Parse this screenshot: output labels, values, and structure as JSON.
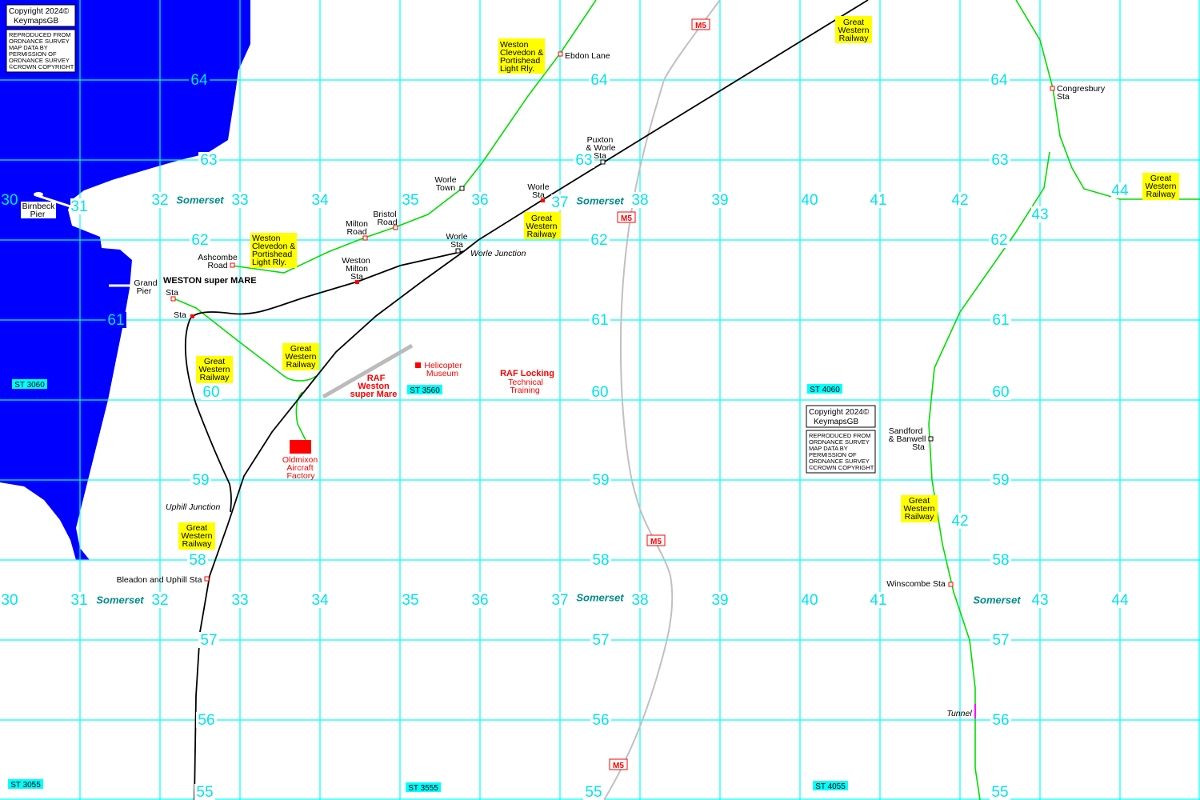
{
  "map": {
    "colors": {
      "sea": "#0000ff",
      "grid": "#00ffff",
      "gridlabel": "#00e5ee",
      "main_line": "#000000",
      "branch_line": "#00e000",
      "motorway": "#c0c0c0",
      "label_bg": "#ffff00",
      "poi": "#ff0000",
      "tunnel": "#ff00ff"
    },
    "copyright": {
      "line1": "Copyright 2024©",
      "line2": "KeymapsGB",
      "notice": [
        "REPRODUCED FROM",
        "ORDNANCE SURVEY",
        "MAP DATA BY",
        "PERMISSION OF",
        "ORDNANCE SURVEY",
        "©CROWN COPYRIGHT"
      ]
    },
    "eastings": [
      "30",
      "31",
      "32",
      "33",
      "34",
      "35",
      "36",
      "37",
      "38",
      "39",
      "40",
      "41",
      "42",
      "43",
      "44"
    ],
    "northings": [
      "64",
      "63",
      "62",
      "61",
      "60",
      "59",
      "58",
      "57",
      "56",
      "55"
    ],
    "county": "Somerset",
    "grid_refs": [
      "ST 3060",
      "ST 3560",
      "ST 4060",
      "ST 3055",
      "ST 3555",
      "ST 4055"
    ],
    "gwr": [
      "Great",
      "Western",
      "Railway"
    ],
    "wcplr": [
      "Weston",
      "Clevedon &",
      "Portishead",
      "Light Rly."
    ],
    "motorway": "M5",
    "stations": {
      "ebdon": "Ebdon Lane",
      "congresbury": [
        "Congresbury",
        "Sta"
      ],
      "puxton": [
        "Puxton",
        "& Worle",
        "Sta"
      ],
      "worle_town": [
        "Worle",
        "Town"
      ],
      "worle_sta": [
        "Worle",
        "Sta"
      ],
      "bristol_road": [
        "Bristol",
        "Road"
      ],
      "milton_road": [
        "Milton",
        "Road"
      ],
      "worle_sta2": [
        "Worle",
        "Sta"
      ],
      "worle_junction": "Worle Junction",
      "ashcombe": [
        "Ashcombe",
        "Road"
      ],
      "weston_milton": [
        "Weston",
        "Milton",
        "Sta"
      ],
      "town": "WESTON super MARE",
      "grand_pier": [
        "Grand",
        "Pier"
      ],
      "sta": "Sta",
      "birnbeck": [
        "Birnbeck",
        "Pier"
      ],
      "uphill_junction": "Uphill Junction",
      "bleadon": "Bleadon and Uphill Sta",
      "sandford": [
        "Sandford",
        "& Banwell",
        "Sta"
      ],
      "winscombe": "Winscombe Sta",
      "tunnel": "Tunnel"
    },
    "poi": {
      "helicopter": [
        "Helicopter",
        "Museum"
      ],
      "raf_weston": [
        "RAF",
        "Weston",
        "super Mare"
      ],
      "raf_locking": [
        "RAF Locking",
        "Technical",
        "Training"
      ],
      "oldmixon": [
        "Oldmixon",
        "Aircraft",
        "Factory"
      ]
    }
  }
}
